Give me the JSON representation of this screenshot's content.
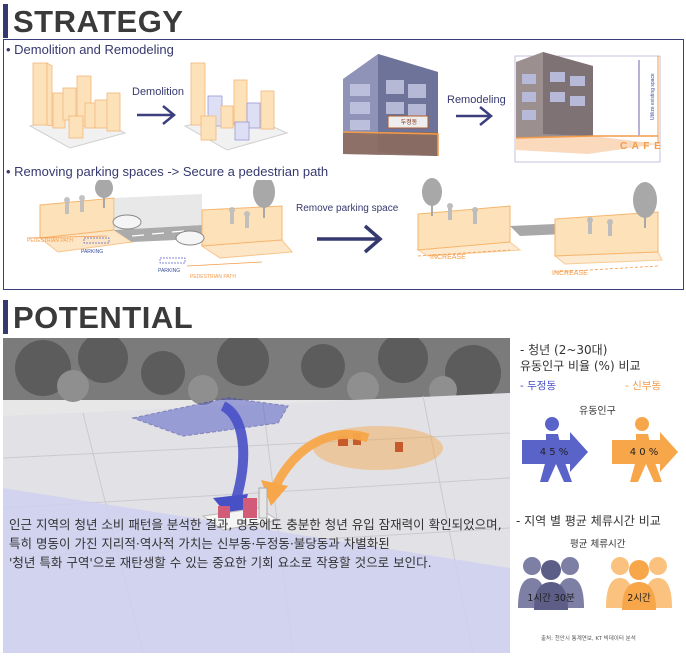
{
  "strategy": {
    "title": "STRATEGY",
    "bullet1": "• Demolition and Remodeling",
    "demolition_label": "Demolition",
    "remodeling_label": "Remodeling",
    "side_text": "Utilize existing space",
    "cafe_label": "C A F E",
    "sign_text": "두정동",
    "bullet2": "• Removing parking spaces -> Secure a pedestrian path",
    "pedestrian_path_label": "PEDESTRIAN PATH",
    "parking_label": "PARKING",
    "remove_parking_label": "Remove parking space",
    "increase_label": "INCREASE"
  },
  "potential": {
    "title": "POTENTIAL",
    "map_paragraph": [
      "인근 지역의 청년 소비 패턴을 분석한 결과, 명동에도 충분한 청년 유입 잠재력이 확인되었으며,",
      "특히 명동이 가진 지리적·역사적 가치는 신부동·두정동·불당동과 차별화된",
      "'청년 특화 구역'으로 재탄생할 수 있는 중요한 기회 요소로 작용할 것으로 보인다."
    ],
    "stats": {
      "header_line1": "- 청년 (2~30대)",
      "header_line2": "유동인구 비율 (%) 비교",
      "legend_a": "- 두정동",
      "legend_b": "- 신부동",
      "float_pop_label": "유동인구",
      "value_a": "4 5 %",
      "value_b": "4 0 %",
      "section2_header": "- 지역 별 평균 체류시간 비교",
      "avg_stay_label": "평균 체류시간",
      "stay_a": "1시간 30분",
      "stay_b": "2시간",
      "source": "출처: 천안시 통계연보, KT 빅데이터 분석"
    }
  },
  "colors": {
    "navy": "#36396f",
    "blue": "#5a63c8",
    "orange": "#f7a64a",
    "peach": "#fde1b9",
    "lavender": "#dfe0f7"
  }
}
